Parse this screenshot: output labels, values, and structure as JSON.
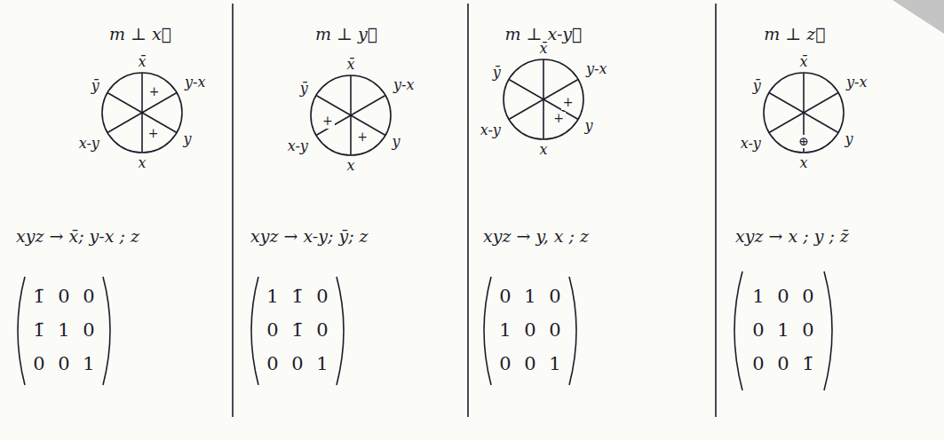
{
  "diagram": {
    "labels": [
      "m ⊥ x⃗",
      "x̄",
      "ȳ",
      "y-x",
      "x-y",
      "y",
      "x",
      "+",
      "+",
      "xyz → x̄; y-x ; z",
      "1̄ 0 0",
      "1̄ 1 0",
      "0 0 1",
      "m ⊥ y⃗",
      "x̄",
      "ȳ",
      "y-x",
      "x-y",
      "y",
      "x",
      "+",
      "+",
      "xyz → x-y; ȳ; z",
      "1 1̄ 0",
      "0 1̄ 0",
      "0 0 1",
      "m ⊥ x-y⃗",
      "x̄",
      "ȳ",
      "y-x",
      "x-y",
      "y",
      "x",
      "+",
      "+",
      "xyz → y, x ; z",
      "0 1 0",
      "1 0 0",
      "0 0 1",
      "m ⊥ z⃗",
      "x̄",
      "ȳ",
      "y-x",
      "x-y",
      "y",
      "x",
      "⊕",
      "xyz → x ; y ; z̄",
      "1 0 0",
      "0 1 0",
      "0 0 1̄"
    ]
  }
}
